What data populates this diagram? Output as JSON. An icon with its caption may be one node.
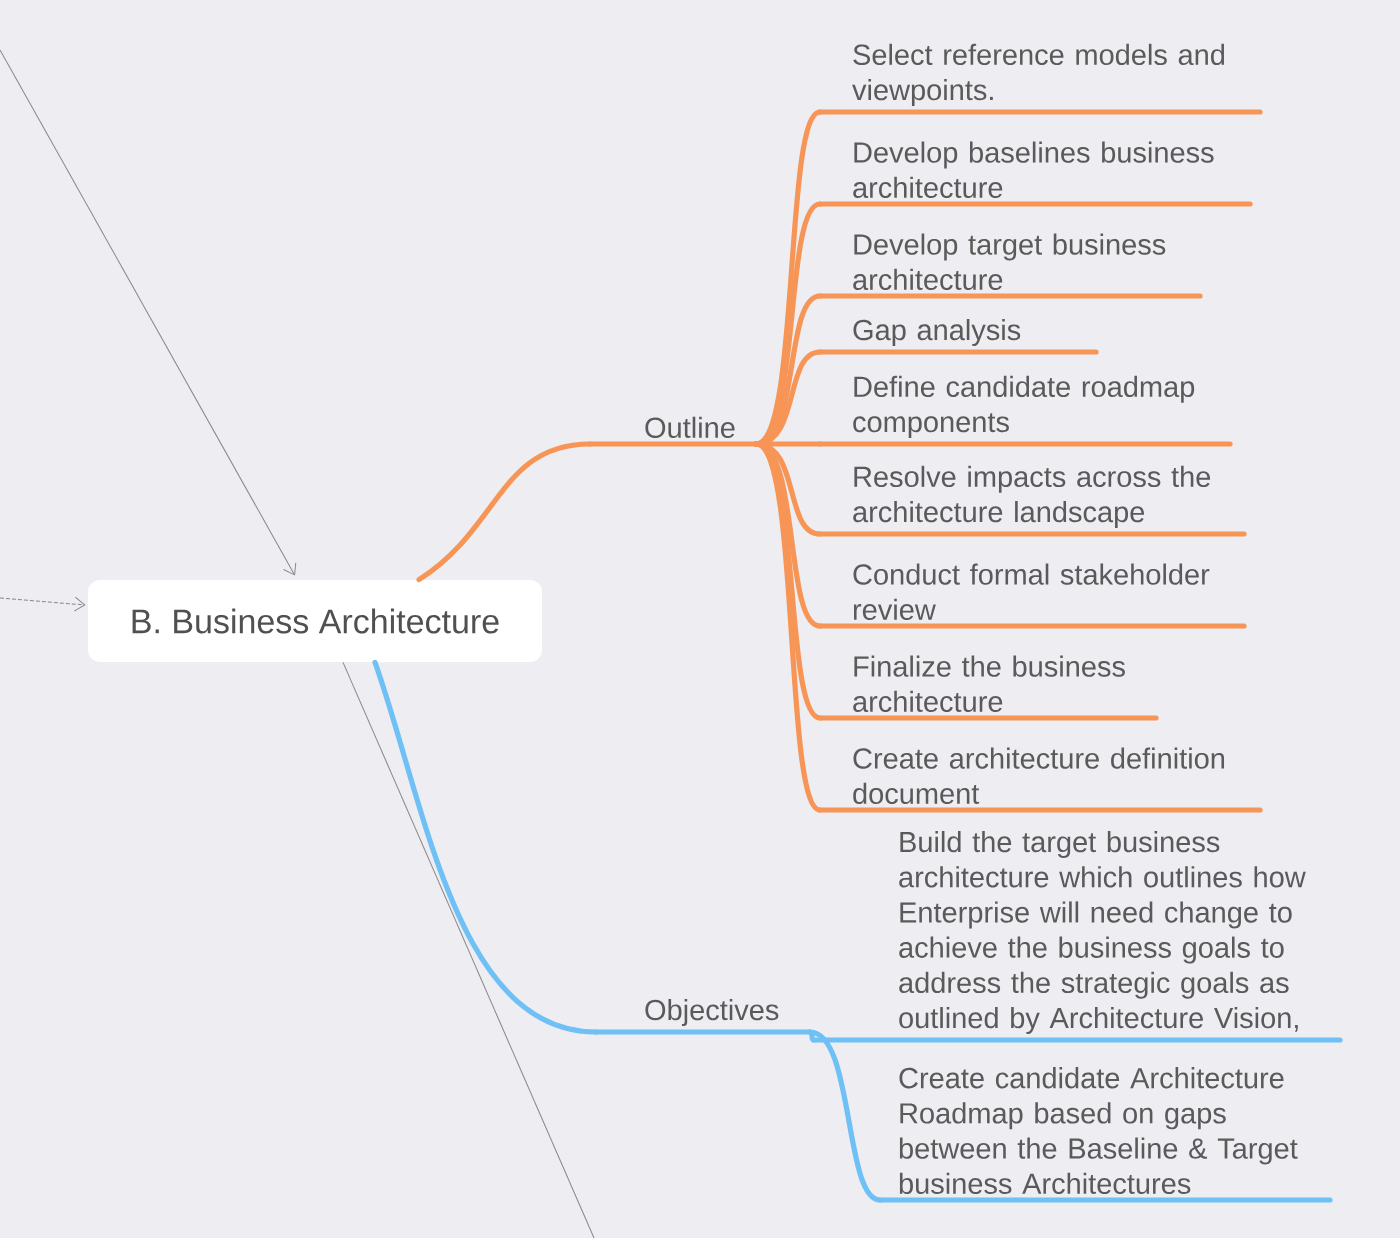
{
  "diagram": {
    "nodes": [
      {
        "text": [
          "B. Business Architecture"
        ]
      },
      {
        "text": [
          "Outline"
        ]
      },
      {
        "text": [
          "Select reference models and viewpoints."
        ]
      },
      {
        "text": [
          "Develop baselines business architecture"
        ]
      },
      {
        "text": [
          "Develop target business architecture"
        ]
      },
      {
        "text": [
          "Gap analysis"
        ]
      },
      {
        "text": [
          "Define candidate roadmap components"
        ]
      },
      {
        "text": [
          "Resolve impacts across the architecture landscape"
        ]
      },
      {
        "text": [
          "Conduct formal stakeholder review"
        ]
      },
      {
        "text": [
          "Finalize the business architecture"
        ]
      },
      {
        "text": [
          "Create architecture definition document"
        ]
      },
      {
        "text": [
          "Objectives"
        ]
      },
      {
        "text": [
          "Build the target business architecture which outlines how Enterprise will need change to achieve the business goals to address the strategic goals as outlined by Architecture Vision,"
        ]
      },
      {
        "text": [
          "Create candidate Architecture Roadmap based on gaps between the Baseline & Target business Architectures"
        ]
      }
    ],
    "edges": [
      {
        "from": 0,
        "to": 1,
        "arrow": "none"
      },
      {
        "from": 1,
        "to": 2,
        "arrow": "none"
      },
      {
        "from": 1,
        "to": 3,
        "arrow": "none"
      },
      {
        "from": 1,
        "to": 4,
        "arrow": "none"
      },
      {
        "from": 1,
        "to": 5,
        "arrow": "none"
      },
      {
        "from": 1,
        "to": 6,
        "arrow": "none"
      },
      {
        "from": 1,
        "to": 7,
        "arrow": "none"
      },
      {
        "from": 1,
        "to": 8,
        "arrow": "none"
      },
      {
        "from": 1,
        "to": 9,
        "arrow": "none"
      },
      {
        "from": 1,
        "to": 10,
        "arrow": "none"
      },
      {
        "from": 0,
        "to": 11,
        "arrow": "none",
        "color": "#6ec0f5"
      },
      {
        "from": 11,
        "to": 12,
        "arrow": "none",
        "color": "#6ec0f5"
      },
      {
        "from": 11,
        "to": 13,
        "arrow": "none",
        "color": "#6ec0f5"
      },
      {
        "from": null,
        "to": 0,
        "arrow": "to",
        "color": "#888888"
      },
      {
        "from": null,
        "to": 0,
        "arrow": "to",
        "style": "dashed",
        "color": "#888888"
      },
      {
        "from": 0,
        "to": null,
        "arrow": "none",
        "color": "#888888"
      }
    ]
  }
}
